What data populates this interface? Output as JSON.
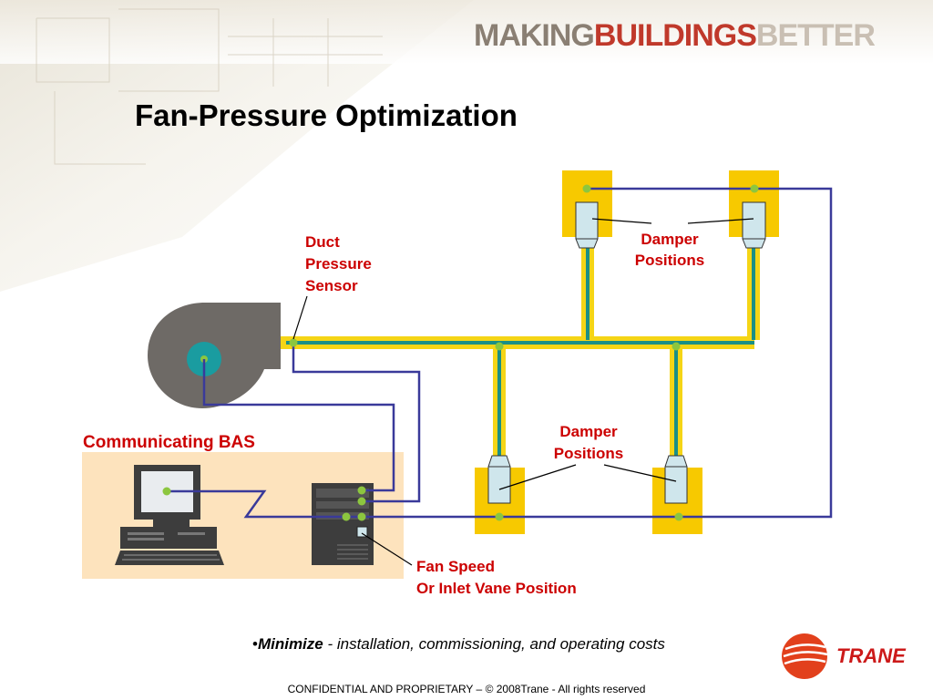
{
  "banner": {
    "part1": "MAKING",
    "part2": "BUILDINGS",
    "part3": "BETTER"
  },
  "title": "Fan-Pressure Optimization",
  "labels": {
    "duct_sensor": [
      "Duct",
      "Pressure",
      "Sensor"
    ],
    "damper_top": [
      "Damper",
      "Positions"
    ],
    "damper_bottom": [
      "Damper",
      "Positions"
    ],
    "bas": "Communicating BAS",
    "fan_speed": [
      "Fan Speed",
      "Or Inlet Vane Position"
    ]
  },
  "bullet": {
    "marker": "•",
    "emphasis": "Minimize",
    "rest": " - installation, commissioning, and operating costs"
  },
  "footer": "CONFIDENTIAL AND PROPRIETARY – © 2008Trane - All rights reserved",
  "logo": {
    "text": "TRANE"
  },
  "colors": {
    "duct_yellow": "#f5d516",
    "duct_teal": "#1a8f86",
    "wire_blue": "#3a3a9a",
    "sensor_green": "#8cc63f",
    "fan_gray": "#6e6a66",
    "fan_hub": "#1a9ca0",
    "damper_box": "#f7c900",
    "damper_blue": "#cfe6ec",
    "bas_panel": "#fde3bd",
    "label_red": "#cc0000"
  }
}
